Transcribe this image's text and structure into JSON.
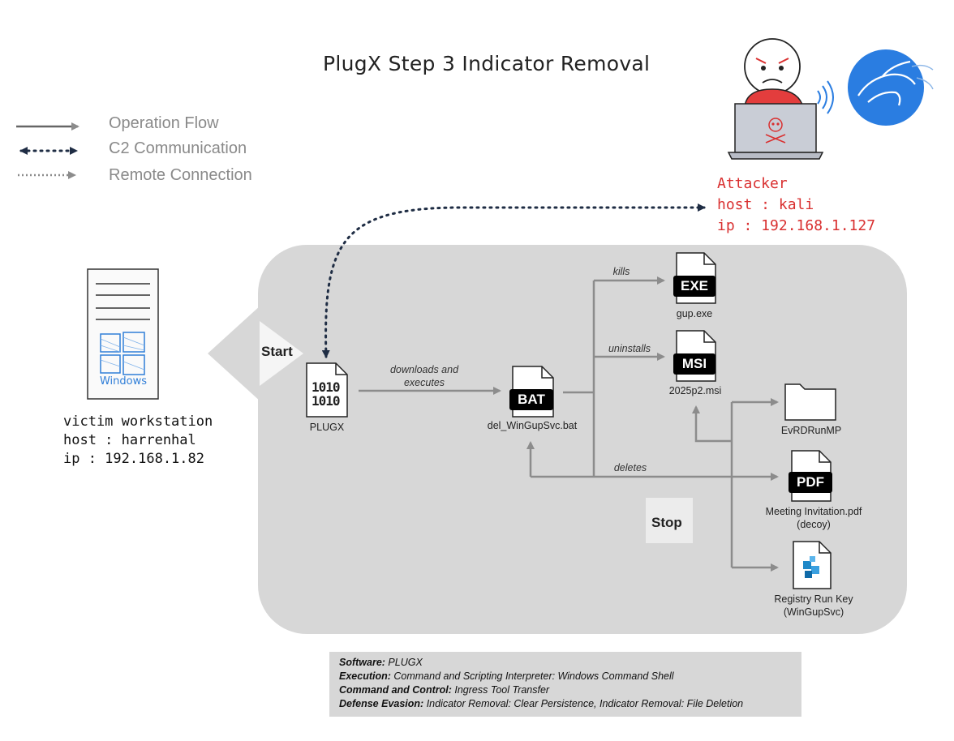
{
  "title": "PlugX Step 3  Indicator Removal",
  "legend": [
    {
      "label": "Operation Flow"
    },
    {
      "label": "C2 Communication"
    },
    {
      "label": "Remote Connection"
    }
  ],
  "attacker": {
    "role": "Attacker",
    "host": "host : kali",
    "ip": "ip : 192.168.1.127"
  },
  "victim": {
    "role": "victim workstation",
    "host": "host : harrenhal",
    "ip": "ip : 192.168.1.82",
    "os_label": "Windows"
  },
  "flow": {
    "start": "Start",
    "stop": "Stop",
    "plugx": {
      "badge": "1010\n1010",
      "label": "PLUGX"
    },
    "downloads_edge": "downloads and\nexecutes",
    "bat": {
      "badge": "BAT",
      "label": "del_WinGupSvc.bat"
    },
    "kills_edge": "kills",
    "uninstalls_edge": "uninstalls",
    "deletes_edge": "deletes",
    "exe": {
      "badge": "EXE",
      "label": "gup.exe"
    },
    "msi": {
      "badge": "MSI",
      "label": "2025p2.msi"
    },
    "folder": {
      "label": "EvRDRunMP"
    },
    "pdf": {
      "badge": "PDF",
      "label": "Meeting Invitation.pdf",
      "sublabel": "(decoy)"
    },
    "registry": {
      "label": "Registry Run Key",
      "sublabel": "(WinGupSvc)"
    }
  },
  "summary": [
    {
      "key": "Software:",
      "value": " PLUGX"
    },
    {
      "key": "Execution:",
      "value": " Command and Scripting Interpreter: Windows Command Shell"
    },
    {
      "key": "Command and Control:",
      "value": " Ingress Tool Transfer"
    },
    {
      "key": "Defense Evasion:",
      "value": " Indicator Removal: Clear Persistence, Indicator Removal: File Deletion"
    }
  ],
  "colors": {
    "panel": "#d7d7d7",
    "flow_line": "#8c8c8c",
    "c2_line": "#1f2d44",
    "attacker_text": "#d93030",
    "windows_blue": "#2f7ed8",
    "kali_blue": "#2a7de1"
  },
  "icons": [
    "attacker-avatar-icon",
    "kali-dragon-icon",
    "wifi-signal-icon",
    "skull-icon",
    "windows-logo-icon",
    "server-tower-icon",
    "file-icon",
    "folder-icon",
    "registry-icon"
  ]
}
